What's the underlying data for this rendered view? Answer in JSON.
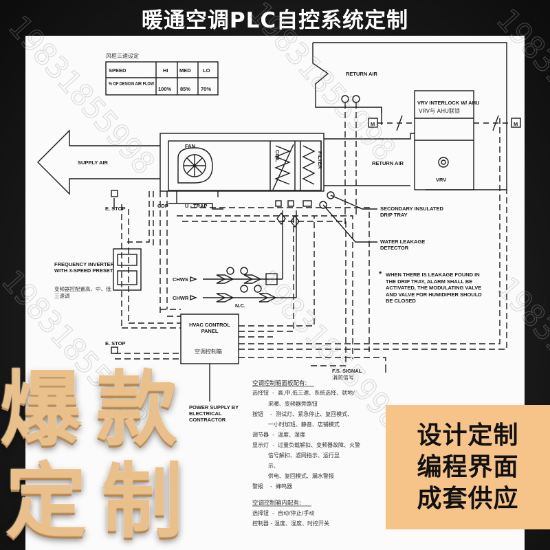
{
  "header": {
    "title": "暖通空调PLC自控系统定制"
  },
  "speed_table": {
    "caption": "风柜三速设定",
    "rows": [
      [
        "SPEED",
        "HI",
        "MED",
        "LO"
      ],
      [
        "% OF DESIGN AIR FLOW",
        "100%",
        "85%",
        "70%"
      ]
    ]
  },
  "labels": {
    "return_air_top": "RETURN AIR",
    "return_air_right": "RETURN AIR",
    "supply_air": "SUPPLY AIR",
    "fan": "FAN",
    "coil": "COIL",
    "filter": "FILTER",
    "vrv_interlock": "VRV INTERLOCK W/ AHU",
    "vrv_interlock_zh": "VRV与 AHU联锁",
    "vrv": "VRV",
    "damper_m": "M",
    "e_stop_1": "E. STOP",
    "e_stop_2": "E. STOP",
    "cdp": "CDP",
    "u_trap": "U - TRAP",
    "secondary_tray": "SECONDARY INSULATED DRIP TRAY",
    "water_leak": "WATER LEAKAGE DETECTOR",
    "inverter": "FREQUENCY INVERTER WITH 3-SPEED PRESET",
    "inverter_zh": "变频器控配置高、中、低三速调",
    "chws": "CHWS",
    "chwr": "CHWR",
    "nc": "N.C.",
    "panel_title": "HVAC CONTROL PANEL",
    "panel_zh": "空调控制箱",
    "power_supply": "POWER SUPPLY BY ELECTRICAL CONTRACTOR",
    "fs_signal": "F.S. SIGNAL",
    "fs_signal_zh": "消防信号",
    "leak_note": "WHEN THERE IS LEAKAGE FOUND IN THE DRIP TRAY, ALARM SHALL BE ACTIVATED, THE MODULATING VALVE AND VALVE FOR HUMIDIFIER SHOULD BE CLOSED",
    "leak_note_mark": "*"
  },
  "panel_face": {
    "title": "空调控制箱面板配有:",
    "lines": [
      "选择钮  -  高,中,低三速、系统选择、就地/",
      "         采暖、变频器旁路钮",
      "按钮    -  测试灯、紧急停止、复回模式、",
      "         一小时加班、静音、店铺模式",
      "调节器  -  温度、湿度",
      "显示灯  -  过量负载解扣、变频器故障、火警",
      "         信号解扣、滤网指示、运行显",
      "         示、",
      "         供电、复回模式、漏水警报",
      "警报    -  蜂鸣器"
    ]
  },
  "panel_inner": {
    "title": "空调控制箱内配有:",
    "lines": [
      "选择钮  -  自动/停止/手动",
      "控制器 - 温度、湿度、时控开关"
    ]
  },
  "watermark": {
    "text": "19831855998"
  },
  "promo": {
    "big_chars": [
      "爆",
      "款",
      "定",
      "制"
    ],
    "lines": [
      "设计定制",
      "编程界面",
      "成套供应"
    ]
  },
  "colors": {
    "promo_bg": "#f6c489",
    "big_text": "#e9bf8a",
    "header_text": "#ffffff"
  }
}
